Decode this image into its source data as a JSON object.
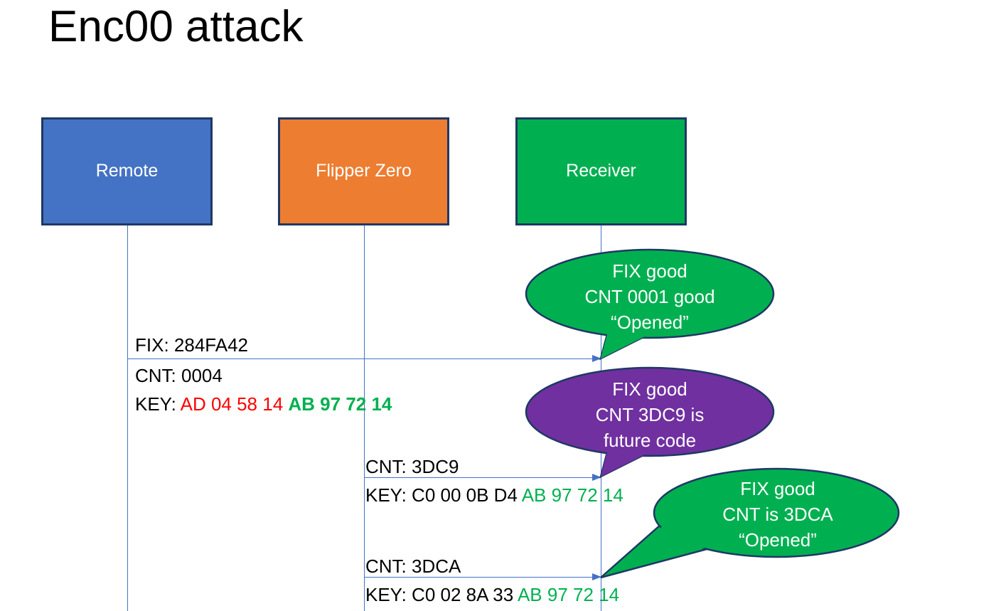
{
  "title": "Enc00 attack",
  "palette": {
    "remote_blue": "#4472C4",
    "flipper_orange": "#ED7D31",
    "receiver_green": "#00B050",
    "callout_purple": "#7030A0",
    "box_border": "#1F3864",
    "key_red": "#FF0000",
    "key_green": "#00B050",
    "arrow_blue": "#4472C4"
  },
  "actors": [
    {
      "id": "remote",
      "label": "Remote"
    },
    {
      "id": "flipper",
      "label": "Flipper Zero"
    },
    {
      "id": "receiver",
      "label": "Receiver"
    }
  ],
  "messages": [
    {
      "id": "msg-1",
      "from": "remote",
      "to": "receiver",
      "fix_label": "FIX: 284FA42",
      "cnt_label": "CNT: 0004",
      "key_prefix": "KEY: ",
      "key_red": "AD 04 58 14",
      "key_green": "AB 97 72 14"
    },
    {
      "id": "msg-2",
      "from": "flipper",
      "to": "receiver",
      "cnt_label": "CNT: 3DC9",
      "key_prefix": "KEY: C0 00 0B D4 ",
      "key_green": "AB 97 72 14"
    },
    {
      "id": "msg-3",
      "from": "flipper",
      "to": "receiver",
      "cnt_label": "CNT: 3DCA",
      "key_prefix": "KEY: C0 02 8A 33 ",
      "key_green": "AB 97 72 14"
    }
  ],
  "callouts": [
    {
      "id": "callout-1",
      "color": "#00B050",
      "line1": "FIX good",
      "line2": "CNT 0001 good",
      "line3": "“Opened”"
    },
    {
      "id": "callout-2",
      "color": "#7030A0",
      "line1": "FIX good",
      "line2": "CNT 3DC9 is",
      "line3": "future code"
    },
    {
      "id": "callout-3",
      "color": "#00B050",
      "line1": "FIX good",
      "line2": "CNT is 3DCA",
      "line3": "“Opened”"
    }
  ]
}
